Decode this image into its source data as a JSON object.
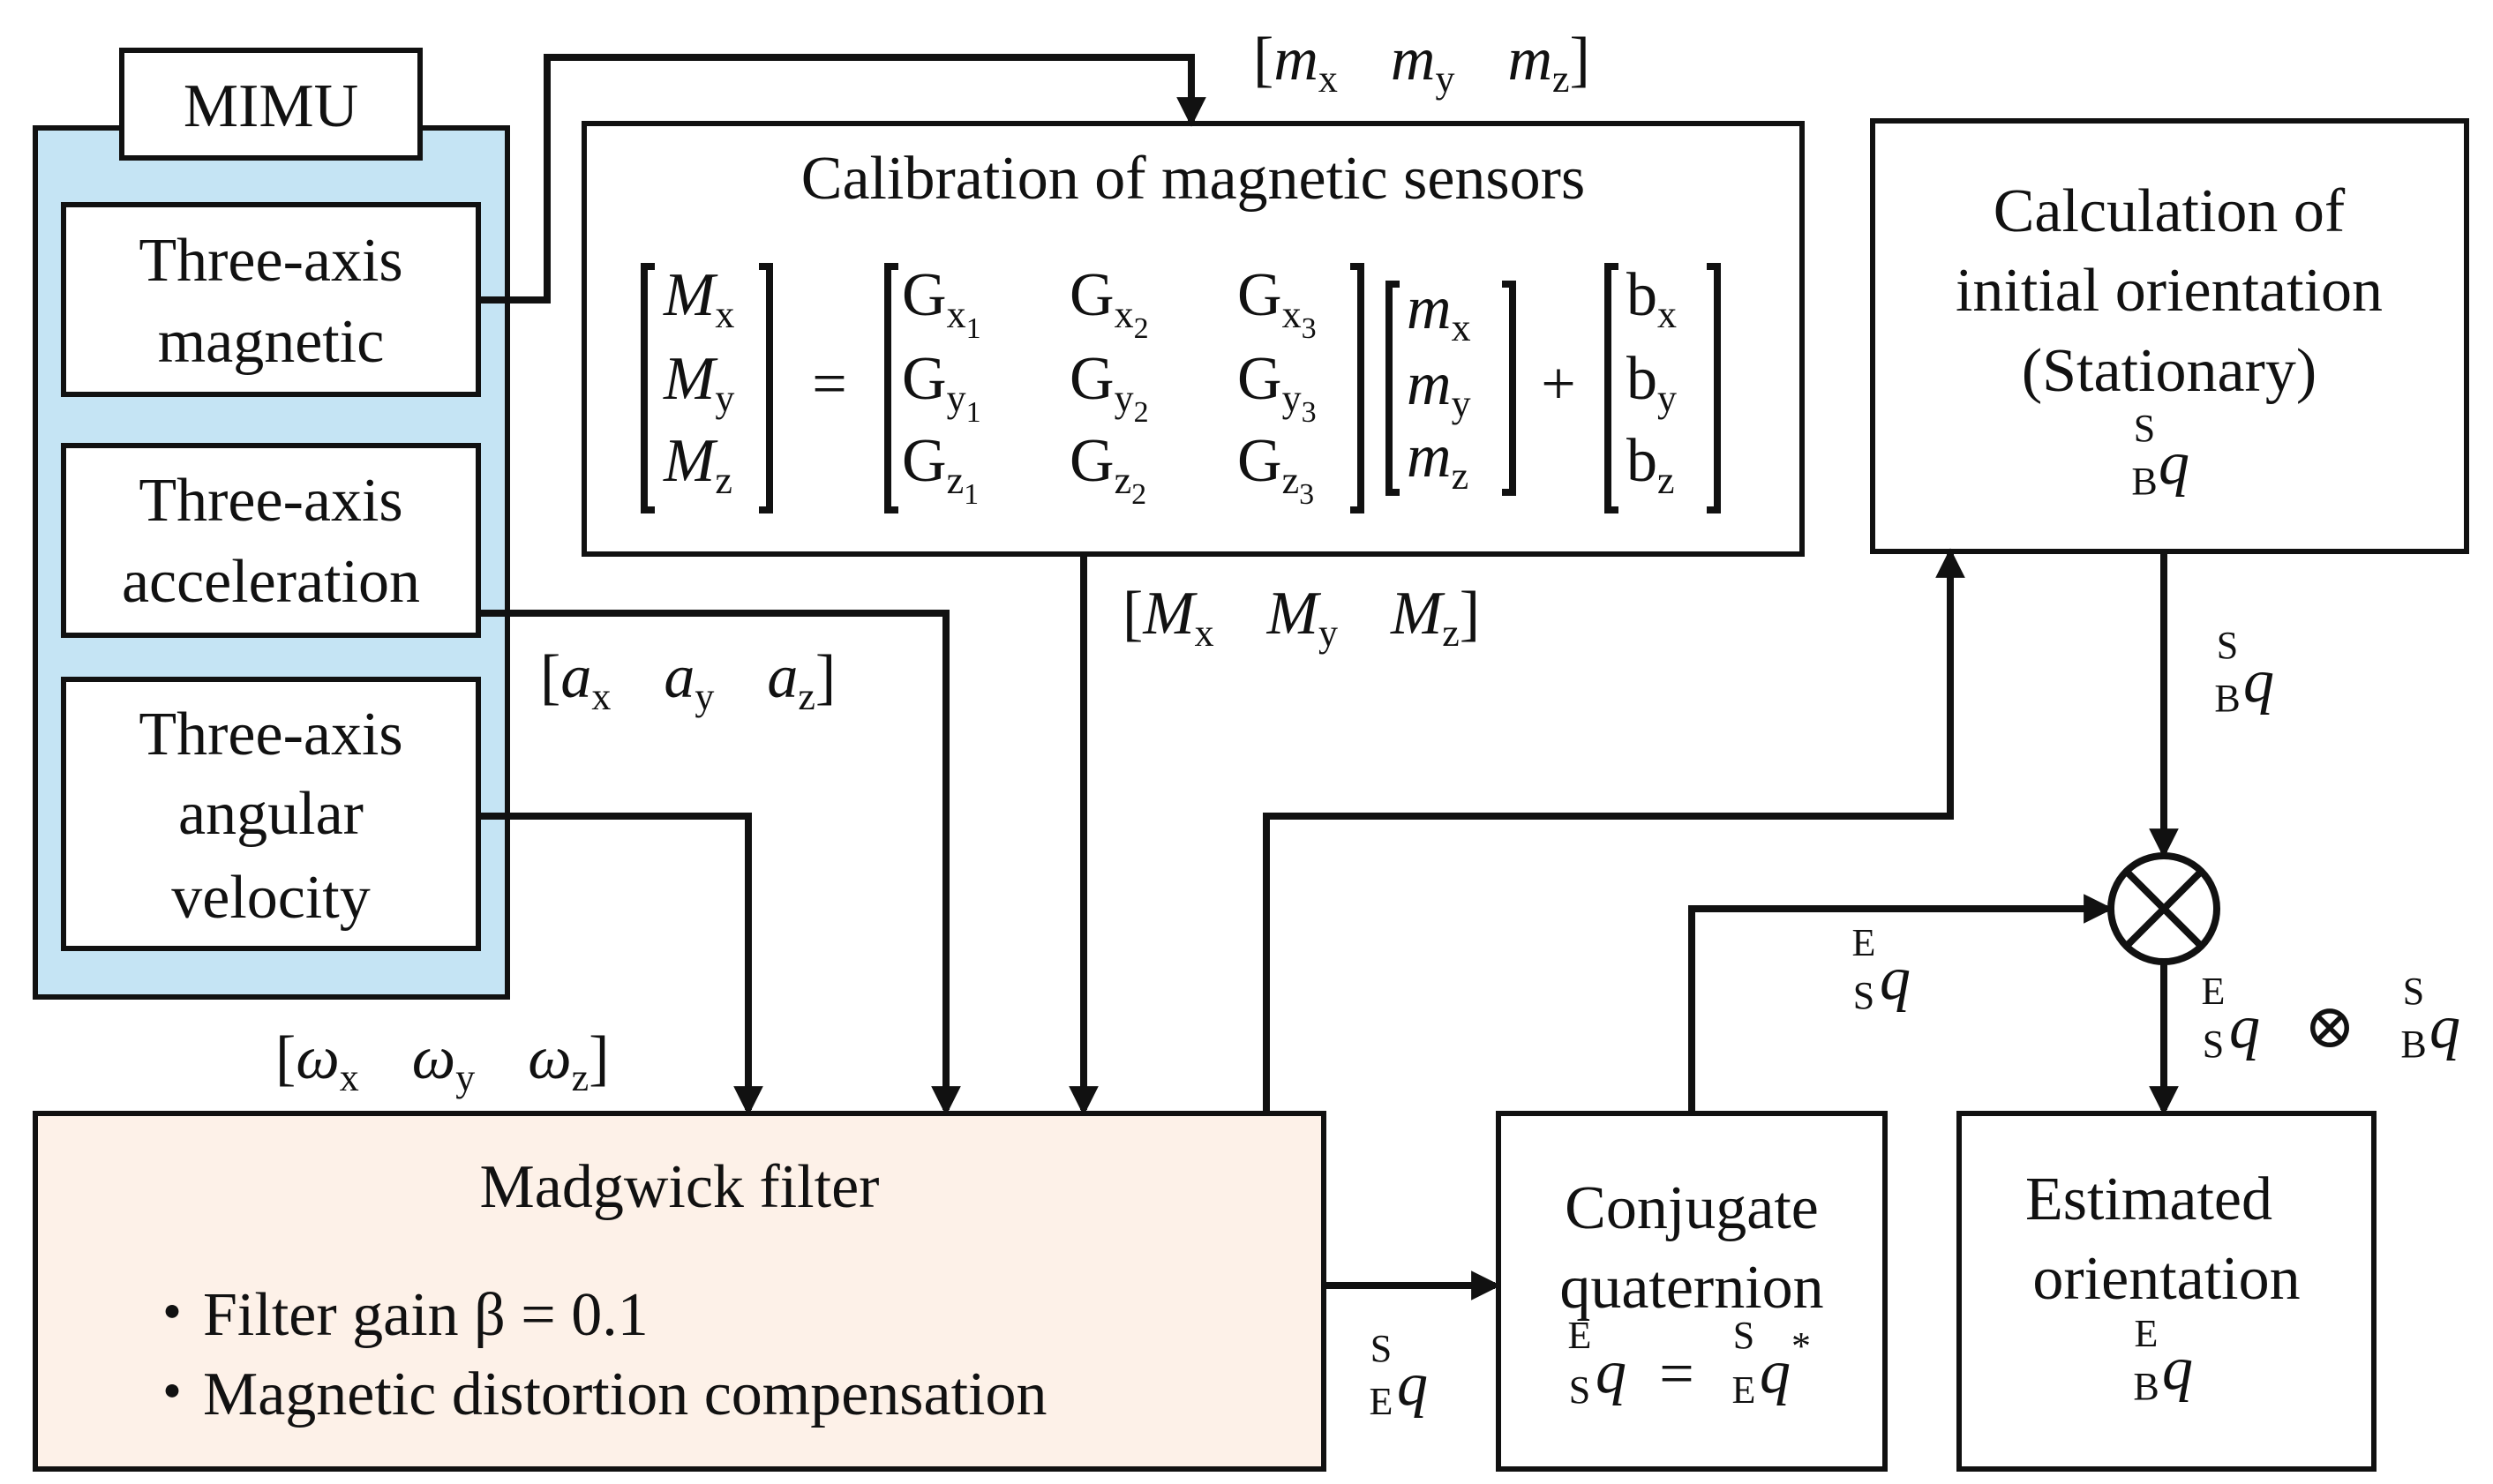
{
  "mimu": {
    "title": "MIMU",
    "magnetic": [
      "Three-axis",
      "magnetic"
    ],
    "acceleration": [
      "Three-axis",
      "acceleration"
    ],
    "angular": [
      "Three-axis",
      "angular",
      "velocity"
    ]
  },
  "calibration": {
    "title": "Calibration of magnetic sensors",
    "lhs": [
      "M",
      "M",
      "M"
    ],
    "lhs_sub": [
      "x",
      "y",
      "z"
    ],
    "G": "G",
    "G_rows": [
      "x",
      "y",
      "z"
    ],
    "G_cols": [
      "1",
      "2",
      "3"
    ],
    "m": [
      "m",
      "m",
      "m"
    ],
    "m_sub": [
      "x",
      "y",
      "z"
    ],
    "b": [
      "b",
      "b",
      "b"
    ],
    "b_sub": [
      "x",
      "y",
      "z"
    ],
    "equals": "=",
    "plus": "+"
  },
  "signals": {
    "m_raw": {
      "sym": "m",
      "subs": [
        "x",
        "y",
        "z"
      ]
    },
    "M_cal": {
      "sym": "M",
      "subs": [
        "x",
        "y",
        "z"
      ]
    },
    "a": {
      "sym": "a",
      "subs": [
        "x",
        "y",
        "z"
      ]
    },
    "w": {
      "sym": "ω",
      "subs": [
        "x",
        "y",
        "z"
      ]
    }
  },
  "initial": {
    "title": [
      "Calculation of",
      "initial orientation",
      "(Stationary)"
    ],
    "q_sup": "S",
    "q_sub": "B",
    "q": "q"
  },
  "madgwick": {
    "title": "Madgwick filter",
    "bullets": [
      "・Filter gain β = 0.1",
      "・Magnetic distortion compensation"
    ]
  },
  "conjugate": {
    "title": [
      "Conjugate",
      "quaternion"
    ],
    "eq_sym": "=",
    "star": "*"
  },
  "estimated": {
    "title": [
      "Estimated",
      "orientation"
    ],
    "q_sup": "E",
    "q_sub": "B"
  },
  "quaternions": {
    "q": "q",
    "otimes": "⊗",
    "S": "S",
    "E": "E",
    "B": "B"
  }
}
